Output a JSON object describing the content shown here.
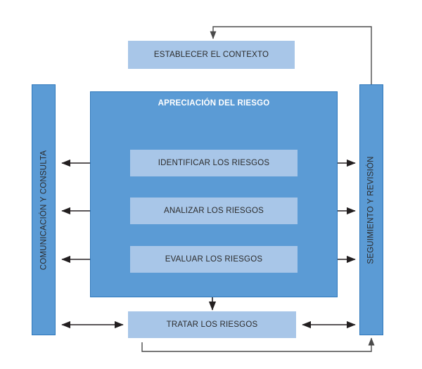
{
  "diagram": {
    "title_box": {
      "label": "ESTABLECER EL CONTEXTO"
    },
    "assessment": {
      "label": "APRECIACIÓN DEL RIESGO",
      "steps": [
        {
          "id": "identify",
          "label": "IDENTIFICAR LOS RIESGOS"
        },
        {
          "id": "analyze",
          "label": "ANALIZAR LOS RIESGOS"
        },
        {
          "id": "evaluate",
          "label": "EVALUAR LOS RIESGOS"
        }
      ]
    },
    "treatment": {
      "label": "TRATAR LOS RIESGOS"
    },
    "left_bar": {
      "label": "COMUNICACIÓN Y CONSULTA"
    },
    "right_bar": {
      "label": "SEGUIMIENTO Y REVISIÓN"
    },
    "colors": {
      "light_blue": "#a8c6e8",
      "mid_blue": "#5b9bd5",
      "border_blue": "#2e78bc",
      "line": "#231f20",
      "feedback_line": "#595959",
      "text_dark": "#2b2b2b",
      "text_light": "#ffffff",
      "background": "#ffffff"
    },
    "connectors": [
      {
        "name": "identify-left",
        "type": "double-arrow",
        "orientation": "horizontal"
      },
      {
        "name": "identify-right",
        "type": "double-arrow",
        "orientation": "horizontal"
      },
      {
        "name": "analyze-left",
        "type": "double-arrow",
        "orientation": "horizontal"
      },
      {
        "name": "analyze-right",
        "type": "double-arrow",
        "orientation": "horizontal"
      },
      {
        "name": "evaluate-left",
        "type": "double-arrow",
        "orientation": "horizontal"
      },
      {
        "name": "evaluate-right",
        "type": "double-arrow",
        "orientation": "horizontal"
      },
      {
        "name": "treat-left",
        "type": "double-arrow",
        "orientation": "horizontal"
      },
      {
        "name": "treat-right",
        "type": "double-arrow",
        "orientation": "horizontal"
      },
      {
        "name": "assessment-to-treatment",
        "type": "single-arrow",
        "orientation": "vertical-down"
      },
      {
        "name": "review-to-context-feedback",
        "type": "single-arrow",
        "orientation": "elbow-down"
      },
      {
        "name": "treatment-to-review-feedback",
        "type": "single-arrow",
        "orientation": "elbow-up"
      }
    ]
  }
}
